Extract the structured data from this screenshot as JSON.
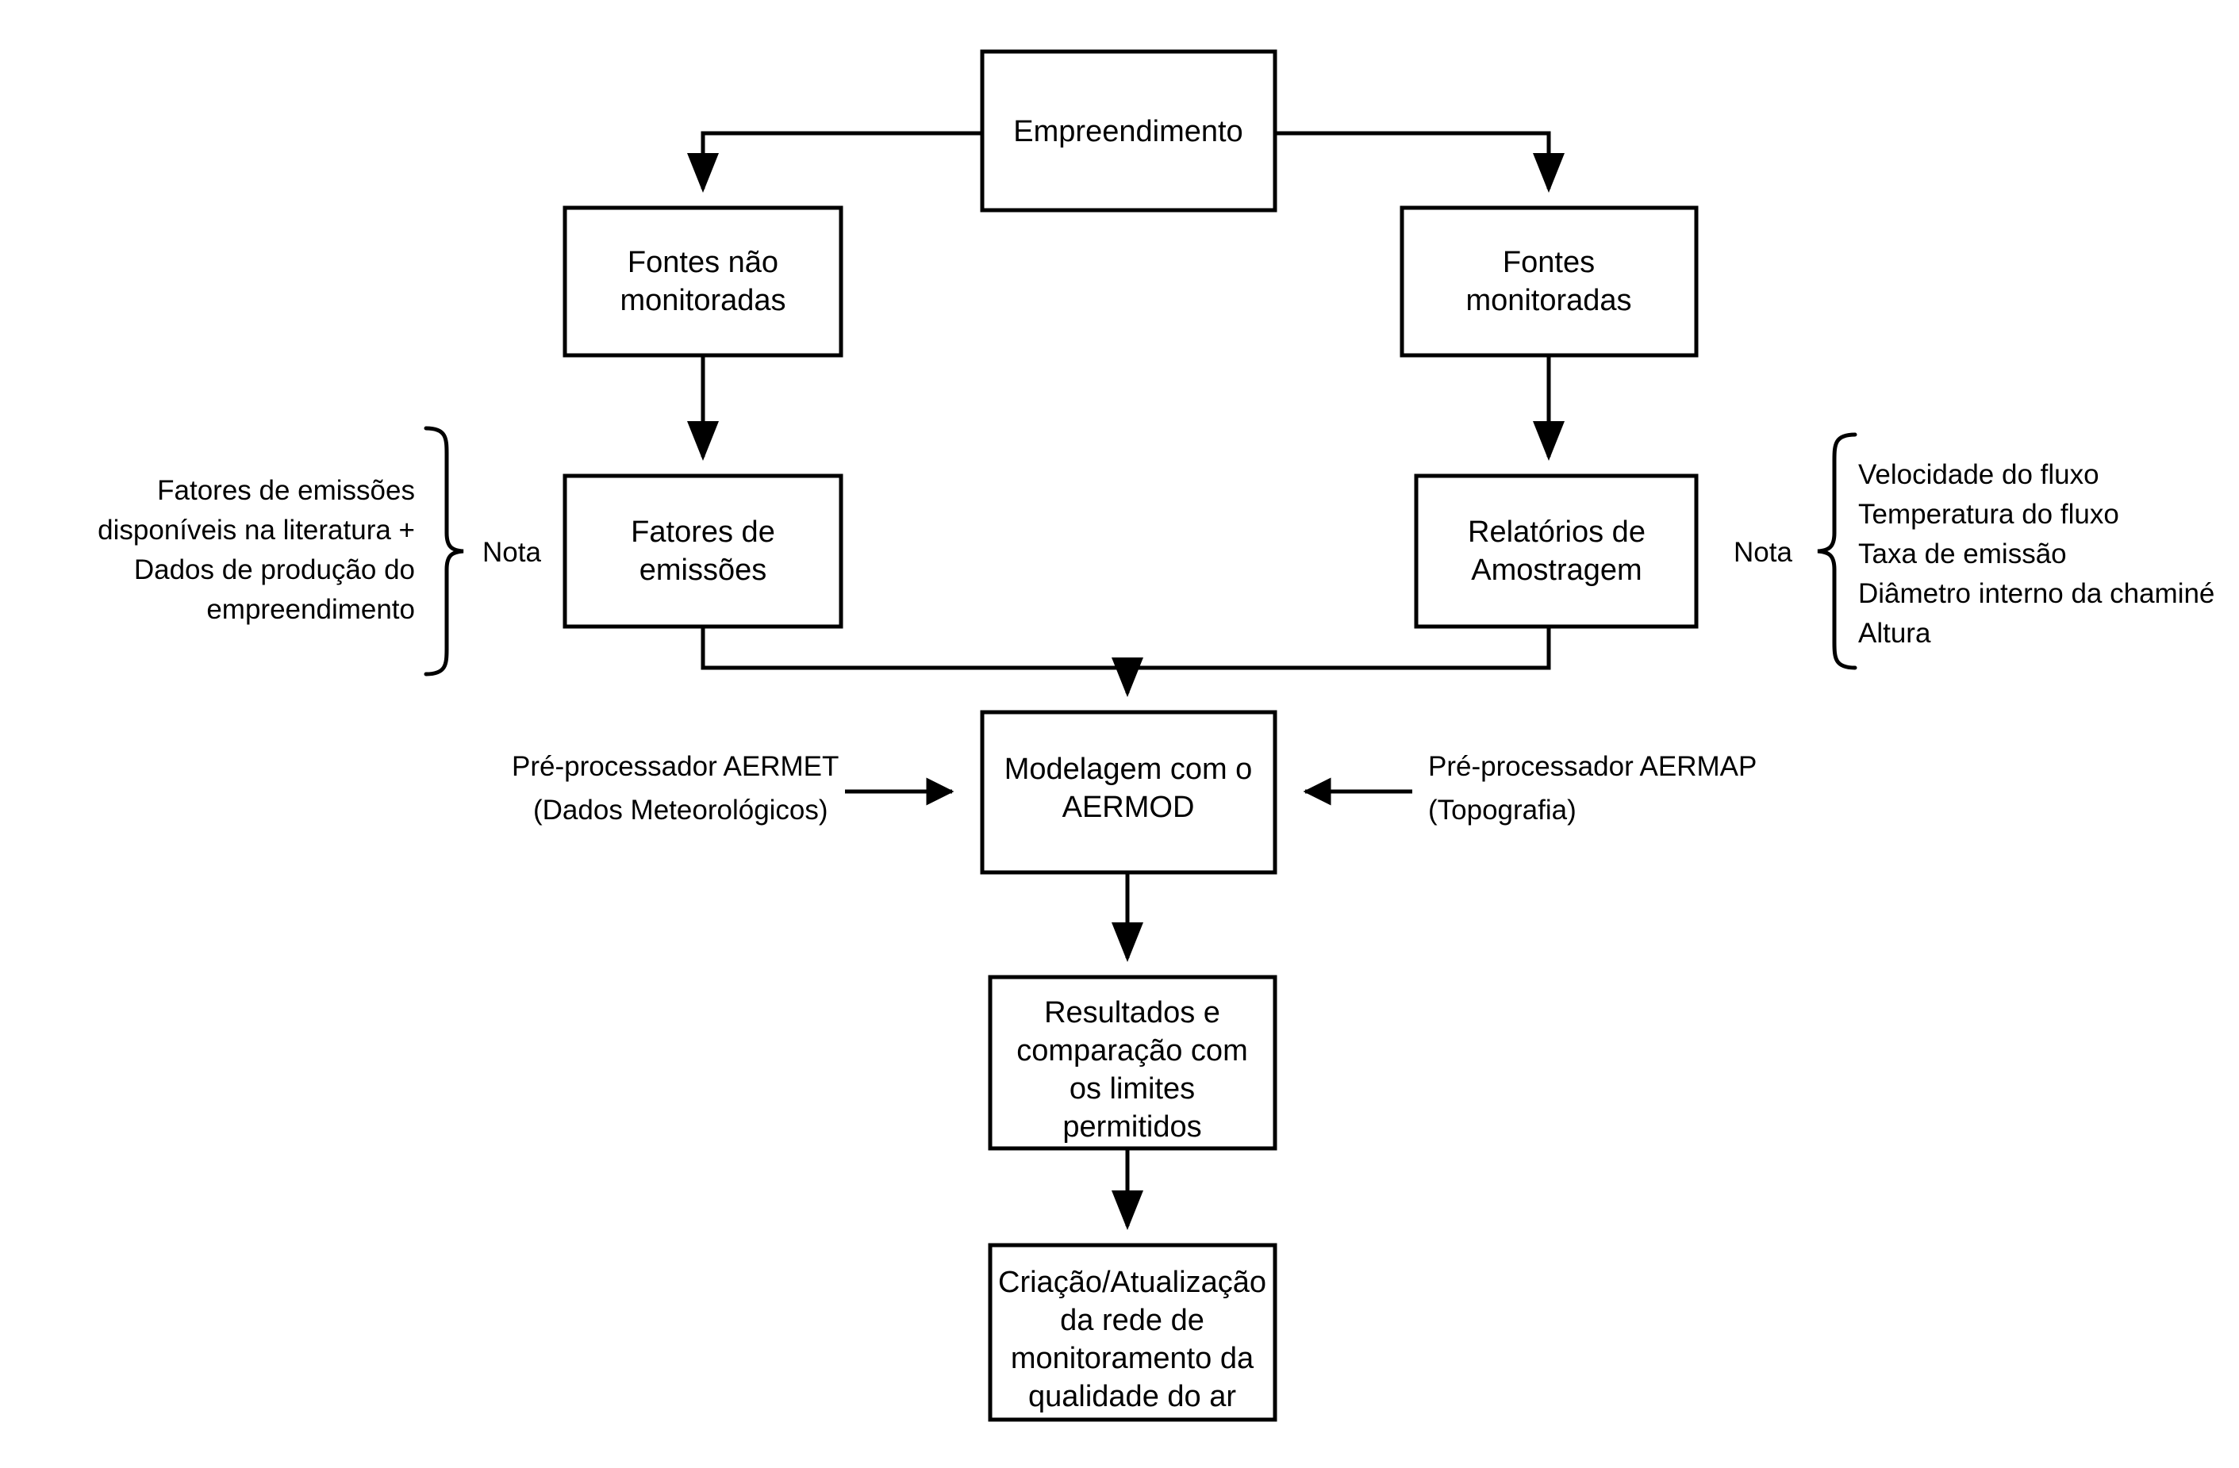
{
  "diagram": {
    "title": "Fluxograma de modelagem da qualidade do ar com AERMOD",
    "language": "pt-BR",
    "stroke_color": "#000000",
    "fill_color": "#ffffff",
    "background_color": "#ffffff"
  },
  "nodes": {
    "empreendimento": {
      "label": "Empreendimento"
    },
    "fontes_nao_monitoradas": {
      "line1": "Fontes não",
      "line2": "monitoradas"
    },
    "fontes_monitoradas": {
      "line1": "Fontes",
      "line2": "monitoradas"
    },
    "fatores_emissoes": {
      "line1": "Fatores de",
      "line2": "emissões"
    },
    "relatorios_amostragem": {
      "line1": "Relatórios de",
      "line2": "Amostragem"
    },
    "modelagem_aermod": {
      "line1": "Modelagem com o",
      "line2": "AERMOD"
    },
    "resultados": {
      "line1": "Resultados e",
      "line2": "comparação com",
      "line3": "os limites",
      "line4": "permitidos"
    },
    "criacao_rede": {
      "line1": "Criação/Atualização",
      "line2": "da rede de",
      "line3": "monitoramento da",
      "line4": "qualidade do ar"
    }
  },
  "notes": {
    "left": {
      "label": "Nota",
      "lines": [
        "Fatores de emissões",
        "disponíveis na literatura +",
        "Dados de produção do",
        "empreendimento"
      ]
    },
    "right": {
      "label": "Nota",
      "lines": [
        "Velocidade do fluxo",
        "Temperatura do fluxo",
        "Taxa de emissão",
        "Diâmetro interno da chaminé",
        "Altura"
      ]
    }
  },
  "side_inputs": {
    "aermet": {
      "line1": "Pré-processador AERMET",
      "line2": "(Dados Meteorológicos)"
    },
    "aermap": {
      "line1": "Pré-processador AERMAP",
      "line2": "(Topografia)"
    }
  }
}
